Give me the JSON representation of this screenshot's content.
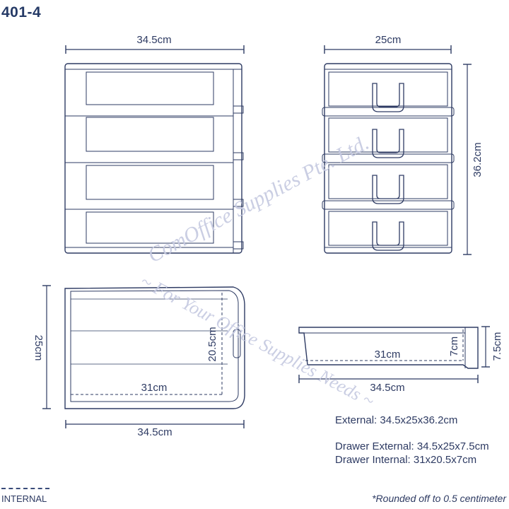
{
  "model_code": "401-4",
  "dimensions": {
    "front_width": "34.5cm",
    "side_depth": "25cm",
    "side_height": "36.2cm",
    "top_depth": "25cm",
    "top_width": "34.5cm",
    "top_internal_width": "31cm",
    "top_internal_depth": "20.5cm",
    "drawer_width": "34.5cm",
    "drawer_internal_width": "31cm",
    "drawer_internal_height": "7cm",
    "drawer_height": "7.5cm"
  },
  "specs": {
    "external": "External: 34.5x25x36.2cm",
    "drawer_external": "Drawer External: 34.5x25x7.5cm",
    "drawer_internal": "Drawer Internal: 31x20.5x7cm"
  },
  "legend": {
    "internal_label": "INTERNAL"
  },
  "footnote": "*Rounded off to 0.5 centimeter",
  "watermark": {
    "line1": "ComOffice Supplies Pte. Ltd.",
    "line2": "~ For Your Office Supplies Needs ~"
  },
  "colors": {
    "outline": "#2e3b63",
    "watermark": "#c5c9e0"
  }
}
